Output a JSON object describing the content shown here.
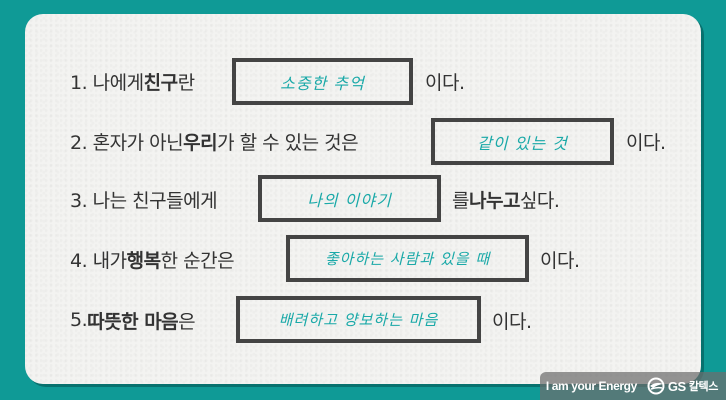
{
  "colors": {
    "background": "#0f9a96",
    "card": "#f3f3f1",
    "text": "#333333",
    "box_border": "#444444",
    "handwriting": "#1aa9a8"
  },
  "rows": [
    {
      "prefix_plain": "1. 나에게 ",
      "prefix_bold": "친구",
      "prefix_tail": "란",
      "answer": "소중한 추억",
      "suffix_bold": "",
      "suffix": "이다."
    },
    {
      "prefix_plain": "2. 혼자가 아닌 ",
      "prefix_bold": "우리",
      "prefix_tail": "가 할 수 있는 것은",
      "answer": "같이 있는 것",
      "suffix_bold": "",
      "suffix": "이다."
    },
    {
      "prefix_plain": "3. 나는 친구들에게",
      "prefix_bold": "",
      "prefix_tail": "",
      "answer": "나의 이야기",
      "suffix_pre": "를 ",
      "suffix_bold": "나누고",
      "suffix": " 싶다."
    },
    {
      "prefix_plain": "4. 내가 ",
      "prefix_bold": "행복",
      "prefix_tail": "한 순간은",
      "answer": "좋아하는 사람과 있을 때",
      "suffix_bold": "",
      "suffix": "이다."
    },
    {
      "prefix_plain": "5. ",
      "prefix_bold": "따뜻한 마음",
      "prefix_tail": "은",
      "answer": "배려하고 양보하는 마음",
      "suffix_bold": "",
      "suffix": "이다."
    }
  ],
  "footer": {
    "slogan": "I am your Energy",
    "brand": "GS",
    "brand_sub": "칼텍스",
    "logo_icon": "gs-caltex-logo-icon"
  }
}
